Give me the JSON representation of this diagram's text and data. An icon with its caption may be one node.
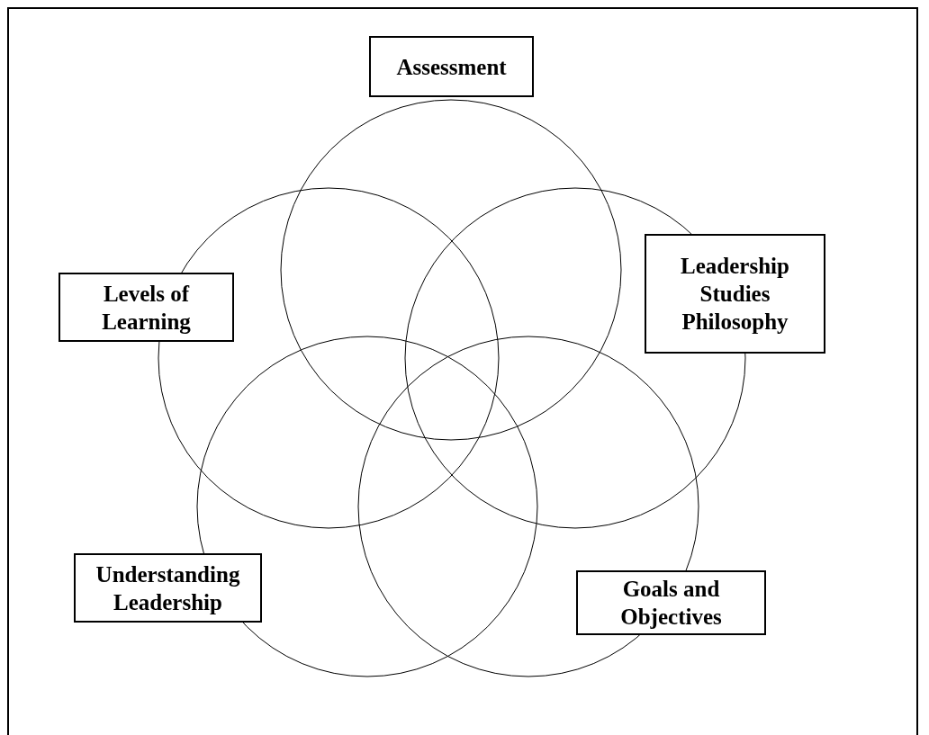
{
  "diagram": {
    "nodes": [
      {
        "text": [
          "Assessment"
        ]
      },
      {
        "text": [],
        "shape": "circle"
      },
      {
        "text": [
          "Leadership Studies Philosophy"
        ]
      },
      {
        "text": [
          "Levels of Learning"
        ]
      },
      {
        "text": [],
        "shape": "circle"
      },
      {
        "text": [],
        "shape": "circle"
      },
      {
        "text": [],
        "shape": "circle"
      },
      {
        "text": [],
        "shape": "circle"
      },
      {
        "text": [
          "Understanding Leadership"
        ]
      },
      {
        "text": [
          "Goals and Objectives"
        ]
      }
    ]
  }
}
